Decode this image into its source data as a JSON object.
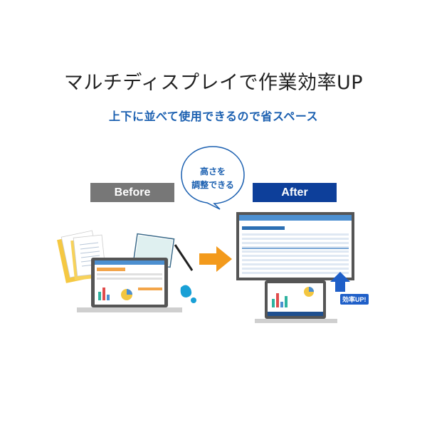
{
  "headline": "マルチディスプレイで作業効率UP",
  "subheadline": "上下に並べて使用できるので省スペース",
  "before_label": "Before",
  "after_label": "After",
  "bubble_text_line1": "高さを",
  "bubble_text_line2": "調整できる",
  "badge_text": "効率UP!",
  "colors": {
    "accent_blue": "#1a5fb0",
    "after_navy": "#0d3f9a",
    "before_gray": "#777777",
    "arrow_orange": "#f39a1c",
    "folder_yellow": "#f5c842"
  }
}
